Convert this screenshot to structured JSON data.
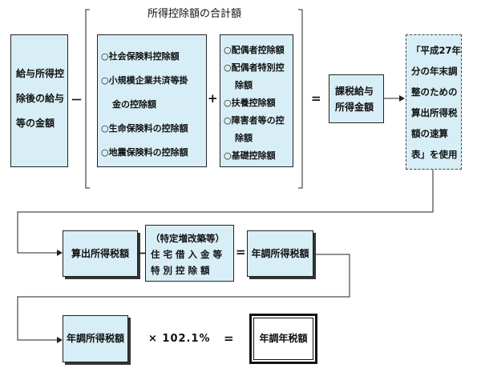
{
  "header": {
    "sum_title": "所得控除額の合計額"
  },
  "box_income_lines": [
    "給与所得控",
    "除後の給与",
    "等の金額"
  ],
  "box_insurance_lines": [
    "○社会保険料控除額",
    "○小規模企業共済等掛",
    "金の控除額",
    "○生命保険料の控除額",
    "○地震保険料の控除額"
  ],
  "box_family_lines": [
    "○配偶者控除額",
    "○配偶者特別控",
    "除額",
    "○扶養控除額",
    "○障害者等の控",
    "除額",
    "○基礎控除額"
  ],
  "box_taxable_lines": [
    "課税給与",
    "所得金額"
  ],
  "box_table_lines": [
    "「平成27年",
    "分の年末調",
    "整のための",
    "算出所得税",
    "額の速算",
    "表」を使用"
  ],
  "box_computed_tax": "算出所得税額",
  "box_housing_lines": [
    "（特定増改築等）",
    "住 宅 借 入 金 等",
    "特 別 控 除 額"
  ],
  "box_annual_tax": "年調所得税額",
  "box_annual_tax2": "年調所得税額",
  "multiplier": "× 102.1%",
  "box_result": "年調年税額",
  "ops": {
    "minus": "－",
    "plus": "+",
    "equals": "=",
    "equals2": "=",
    "minus2": "－",
    "equals3": "="
  }
}
